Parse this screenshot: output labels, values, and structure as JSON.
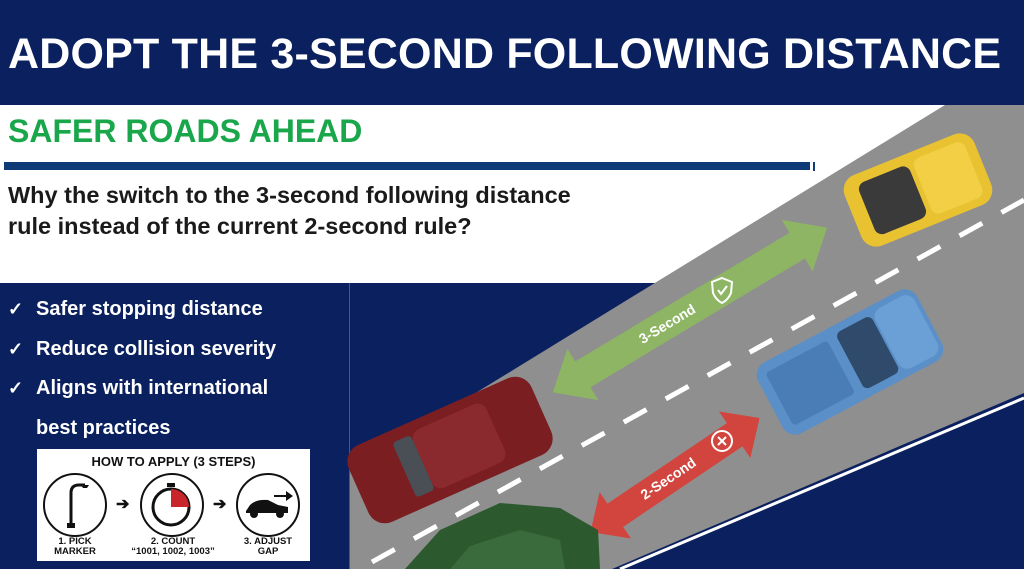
{
  "header": {
    "title": "ADOPT THE 3-SECOND FOLLOWING DISTANCE"
  },
  "panel": {
    "subtitle": "SAFER ROADS AHEAD",
    "question": "Why the switch to the 3-second following distance rule instead of the current 2-second rule?"
  },
  "bullets": [
    {
      "check": "✓",
      "text": "Safer stopping distance"
    },
    {
      "check": "✓",
      "text": "Reduce collision severity"
    },
    {
      "check": "✓",
      "text": "Aligns with international"
    },
    {
      "check": "",
      "text": "best practices"
    }
  ],
  "howto": {
    "title": "HOW TO APPLY (3 STEPS)",
    "steps": [
      {
        "line1": "1. PICK",
        "line2": "MARKER",
        "icon": "street-lamp-icon"
      },
      {
        "line1": "2. COUNT",
        "line2": "“1001, 1002, 1003”",
        "icon": "stopwatch-icon"
      },
      {
        "line1": "3. ADJUST",
        "line2": "GAP",
        "icon": "car-arrow-icon"
      }
    ],
    "arrow": "➔"
  },
  "scene": {
    "safe_label": "3-Second",
    "unsafe_label": "2-Second",
    "colors": {
      "safe": "#8db563",
      "unsafe": "#d2453e",
      "road": "#8f8f8f",
      "navy": "#0b215f",
      "green_text": "#1aa64a"
    }
  }
}
